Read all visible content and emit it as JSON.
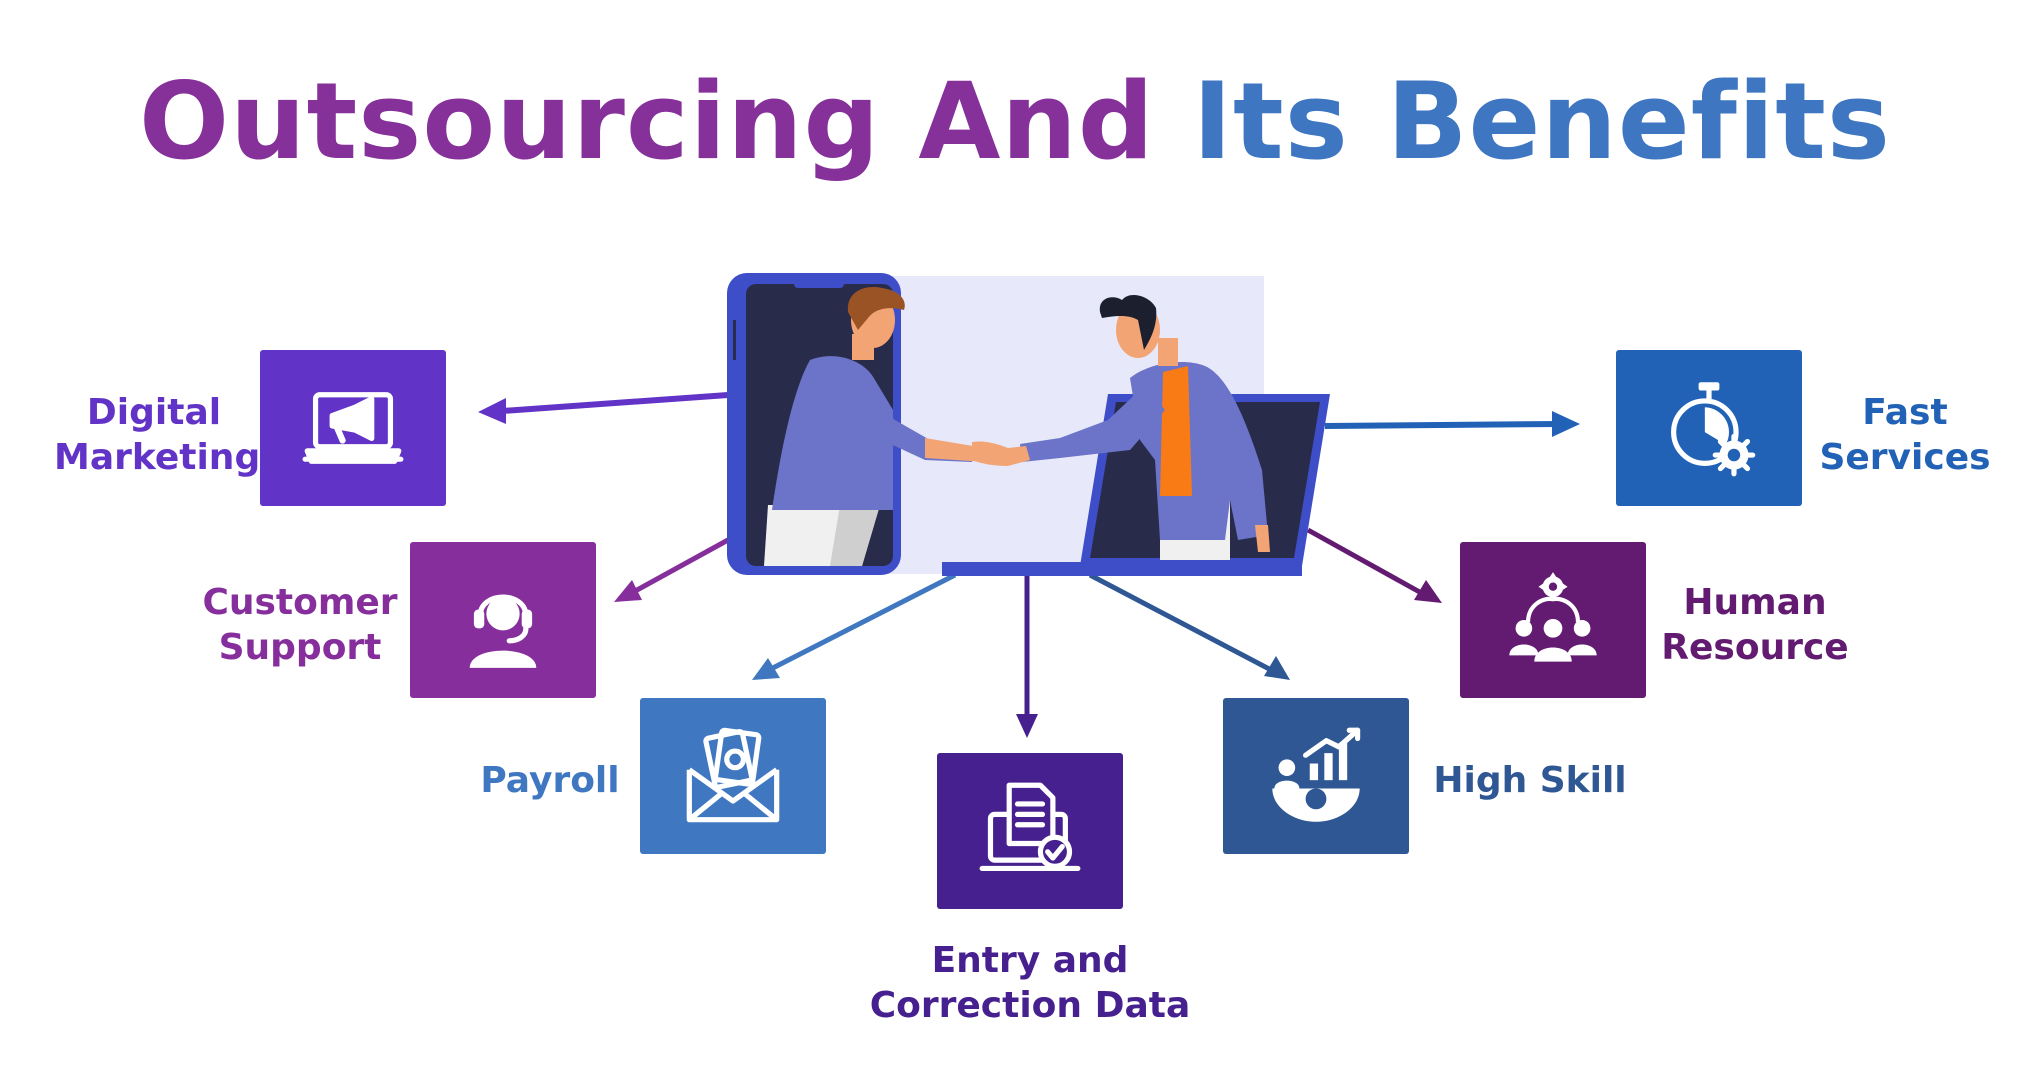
{
  "title": {
    "part1": "Outsourcing And",
    "part2": "Its Benefits"
  },
  "colors": {
    "title_purple": "#86309a",
    "title_blue": "#3e76c2",
    "digital_marketing": "#6233c7",
    "customer_support": "#862e9c",
    "payroll": "#3f78c1",
    "entry_correction": "#46208e",
    "high_skill": "#2e5794",
    "human_resource": "#621b71",
    "fast_services": "#2162b6",
    "screen_bg": "#e7e9fb",
    "device_frame": "#3e4ec8"
  },
  "benefits": [
    {
      "id": "digital-marketing",
      "lines": [
        "Digital",
        "Marketing"
      ],
      "icon": "laptop-megaphone-icon"
    },
    {
      "id": "customer-support",
      "lines": [
        "Customer",
        "Support"
      ],
      "icon": "headset-person-icon"
    },
    {
      "id": "payroll",
      "lines": [
        "Payroll"
      ],
      "icon": "money-envelope-icon"
    },
    {
      "id": "entry-correction",
      "lines": [
        "Entry and",
        "Correction Data"
      ],
      "icon": "document-laptop-check-icon"
    },
    {
      "id": "high-skill",
      "lines": [
        "High Skill"
      ],
      "icon": "gear-chart-person-icon"
    },
    {
      "id": "human-resource",
      "lines": [
        "Human",
        "Resource"
      ],
      "icon": "team-gear-icon"
    },
    {
      "id": "fast-services",
      "lines": [
        "Fast",
        "Services"
      ],
      "icon": "stopwatch-gear-icon"
    }
  ]
}
